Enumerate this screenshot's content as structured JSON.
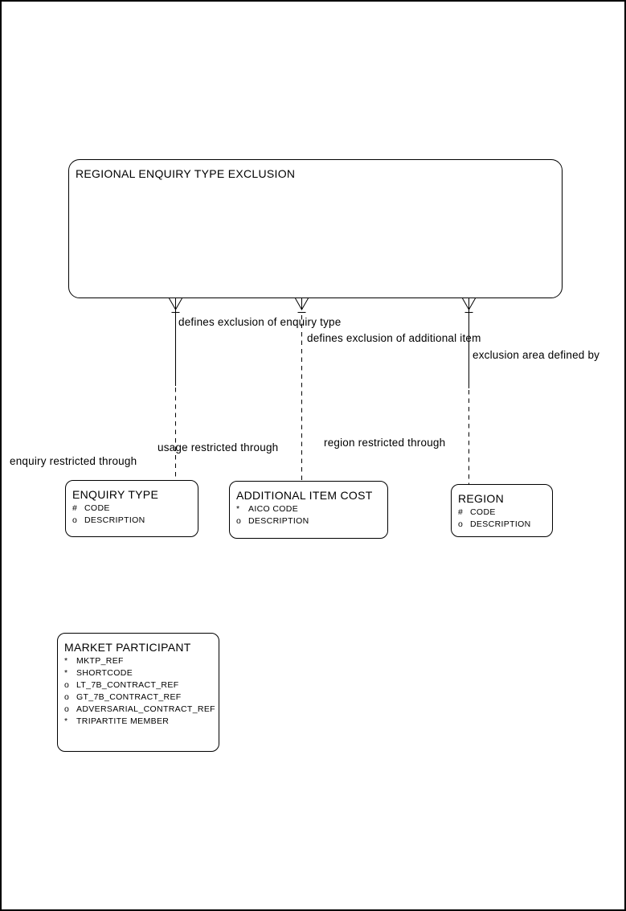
{
  "diagram_type": "entity-relationship-diagram",
  "colors": {
    "background": "#ffffff",
    "line": "#000000",
    "text": "#000000"
  },
  "entities": {
    "regional_enquiry_type_exclusion": {
      "title": "REGIONAL ENQUIRY TYPE EXCLUSION",
      "attributes": []
    },
    "enquiry_type": {
      "title": "ENQUIRY TYPE",
      "attributes": [
        {
          "prefix": "#",
          "name": "CODE"
        },
        {
          "prefix": "o",
          "name": "DESCRIPTION"
        }
      ]
    },
    "additional_item_cost": {
      "title": "ADDITIONAL ITEM COST",
      "attributes": [
        {
          "prefix": "*",
          "name": "AICO CODE"
        },
        {
          "prefix": "o",
          "name": "DESCRIPTION"
        }
      ]
    },
    "region": {
      "title": "REGION",
      "attributes": [
        {
          "prefix": "#",
          "name": "CODE"
        },
        {
          "prefix": "o",
          "name": "DESCRIPTION"
        }
      ]
    },
    "market_participant": {
      "title": "MARKET PARTICIPANT",
      "attributes": [
        {
          "prefix": "*",
          "name": "MKTP_REF"
        },
        {
          "prefix": "*",
          "name": "SHORTCODE"
        },
        {
          "prefix": "o",
          "name": "LT_7B_CONTRACT_REF"
        },
        {
          "prefix": "o",
          "name": "GT_7B_CONTRACT_REF"
        },
        {
          "prefix": "o",
          "name": "ADVERSARIAL_CONTRACT_REF"
        },
        {
          "prefix": "*",
          "name": "TRIPARTITE MEMBER"
        }
      ]
    }
  },
  "relationships": {
    "enquiry_type": {
      "from_label": "defines exclusion of enquiry type",
      "to_label": "enquiry restricted through"
    },
    "additional_item": {
      "from_label": "defines exclusion of additional item",
      "to_label": "usage restricted through"
    },
    "region": {
      "from_label": "exclusion area defined by",
      "to_label": "region restricted through"
    }
  }
}
